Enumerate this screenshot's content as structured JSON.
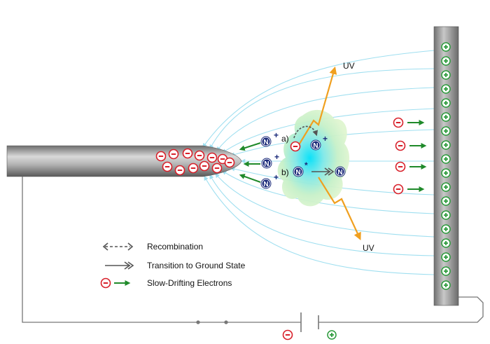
{
  "labels": {
    "uv_top": "UV",
    "uv_bottom": "UV",
    "path_a": "a)",
    "path_b": "b)",
    "ion_letter": "N",
    "ion_plus": "+",
    "excited_star": "*"
  },
  "legend": {
    "recombination": "Recombination",
    "ground_state": "Transition to Ground State",
    "electrons": "Slow-Drifting Electrons"
  },
  "colors": {
    "electrode": "#9a9a9a",
    "field_line": "#9fdff0",
    "plasma": "#c8f0c0",
    "plasma_core": "#00d8f0",
    "uv": "#f0a020",
    "electron": "#d8202a",
    "positive": "#2a9a3a",
    "ion": "#1b2a7a",
    "arrow_green": "#1f8a2a",
    "dashed_arrow": "#555555",
    "circuit": "#777777"
  },
  "icons": {
    "electron": "minus-circle-icon",
    "positive": "plus-circle-icon",
    "ion": "nitrogen-ion-icon"
  }
}
